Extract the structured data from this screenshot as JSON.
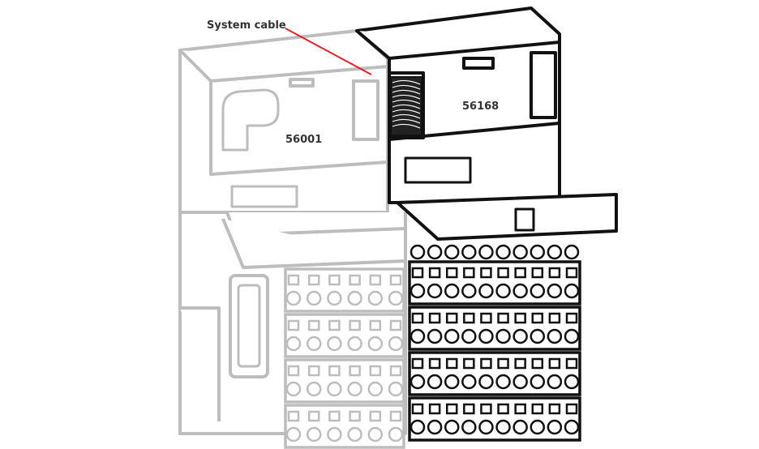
{
  "annotation": {
    "label": "System cable",
    "line_color": "#e0202a"
  },
  "modules": [
    {
      "id": "56001",
      "style": "faded",
      "stroke": "#b8b8b8"
    },
    {
      "id": "56168",
      "style": "highlighted",
      "stroke": "#111111"
    }
  ]
}
